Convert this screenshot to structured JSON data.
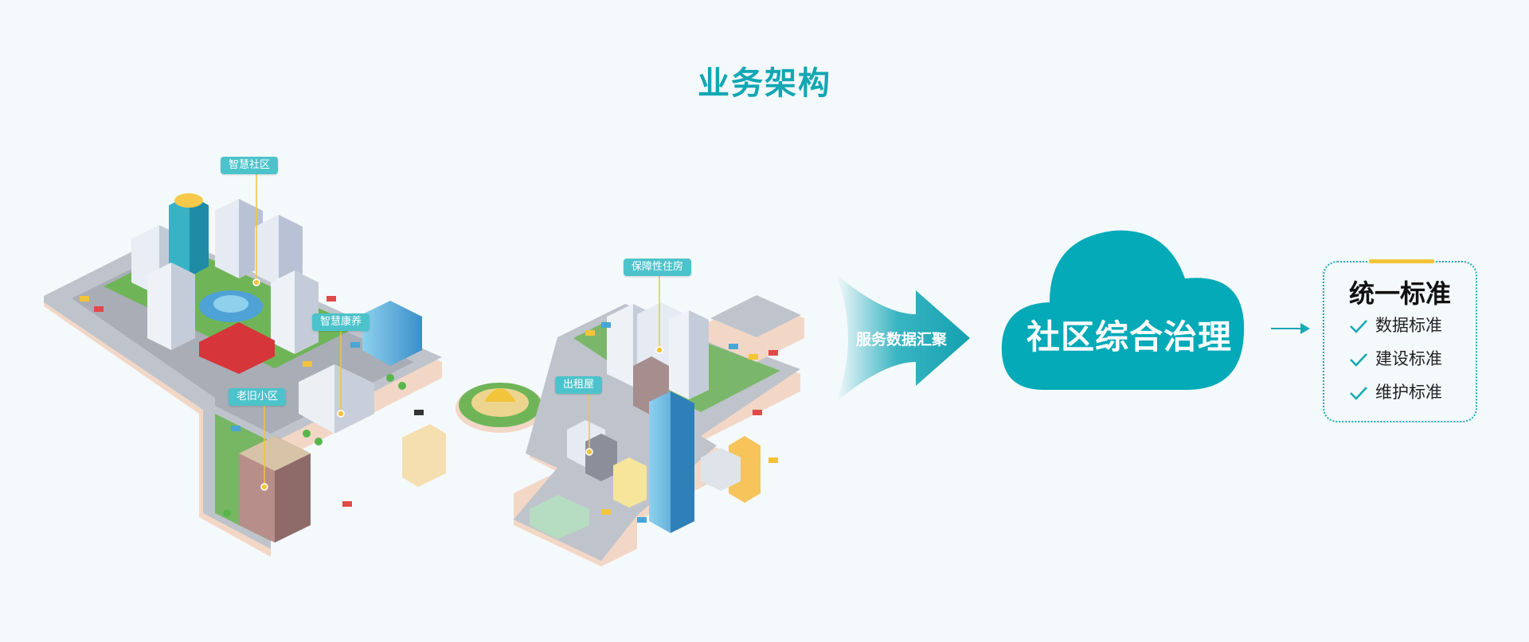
{
  "title": "业务架构",
  "labels": {
    "smart_community": "智慧社区",
    "smart_health": "智慧康养",
    "old_community": "老旧小区",
    "affordable_housing": "保障性住房",
    "rental_housing": "出租屋"
  },
  "flow_label": "服务数据汇聚",
  "cloud_label": "社区综合治理",
  "standards": {
    "title": "统一标准",
    "items": [
      "数据标准",
      "建设标准",
      "维护标准"
    ]
  },
  "colors": {
    "brand": "#12a7b3",
    "cloud": "#04aab8",
    "tag": "#4cc3cb",
    "accent": "#f2c43a"
  }
}
